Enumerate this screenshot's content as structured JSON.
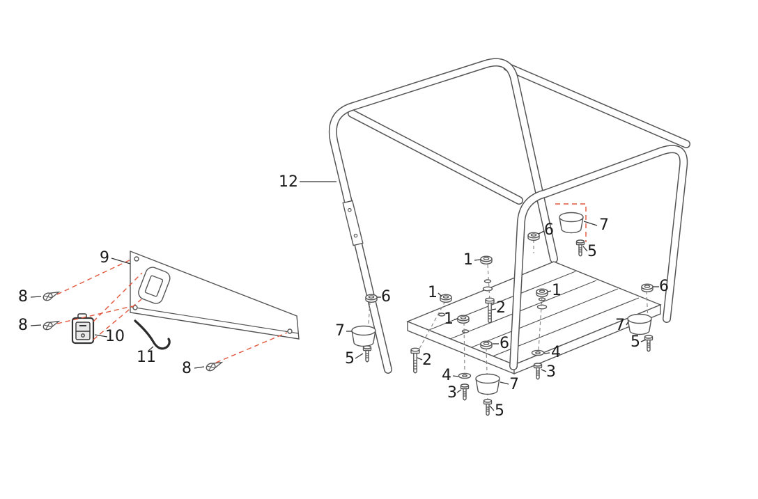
{
  "diagram": {
    "type": "exploded-parts-diagram",
    "subject": "generator-frame-and-control-panel"
  },
  "colors": {
    "background": "#ffffff",
    "line": "#555555",
    "label": "#1a1a1a",
    "dashed_accent": "#e2553a",
    "axis_dash": "#8a8a8a"
  },
  "labels": {
    "n1": "1",
    "n2": "2",
    "n3": "3",
    "n4": "4",
    "n5": "5",
    "n6": "6",
    "n7": "7",
    "n8": "8",
    "n9": "9",
    "n10": "10",
    "n11": "11",
    "n12": "12"
  }
}
